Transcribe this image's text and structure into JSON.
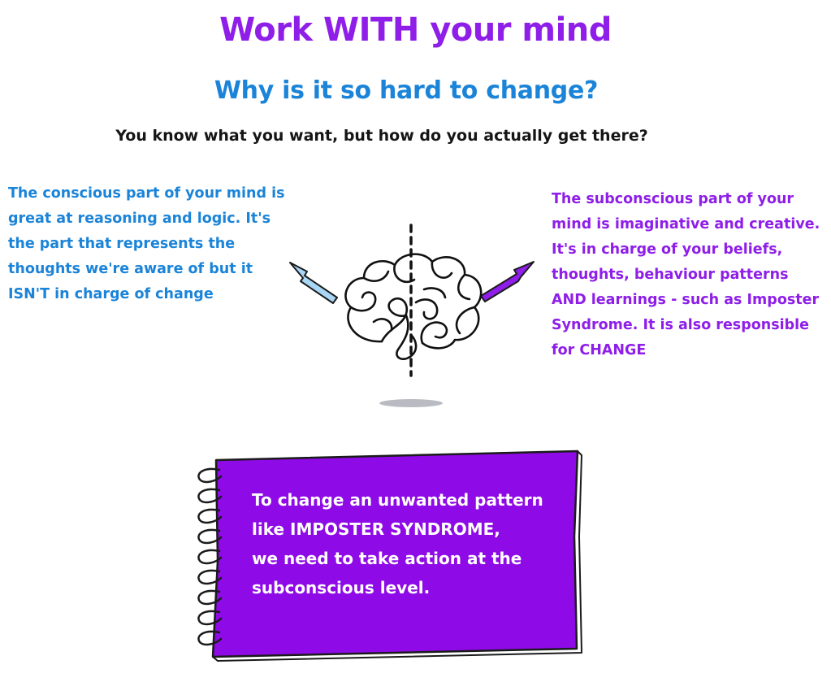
{
  "header": {
    "title": "Work WITH your mind",
    "subtitle": "Why is it so hard to change?",
    "tagline": "You know what you want, but how do you actually get there?"
  },
  "conscious": {
    "text": "The conscious part of your mind is great at reasoning and logic. It's the part that represents the thoughts we're aware of but it ISN'T in charge of change",
    "color": "#1b84d8"
  },
  "subconscious": {
    "text": "The subconscious part of your mind is imaginative and creative. It's in charge of your beliefs, thoughts, behaviour patterns AND learnings - such as Imposter Syndrome. It is also responsible for CHANGE",
    "color": "#8e1ee8"
  },
  "notebook": {
    "lines": [
      "To change an unwanted pattern",
      "like IMPOSTER SYNDROME,",
      "we need to take action at the",
      "subconscious level."
    ],
    "color": "#8e0ae6"
  },
  "icons": {
    "brain": "brain-icon",
    "left_arrow": "arrow-up-left-icon",
    "right_arrow": "arrow-up-right-icon",
    "spiral": "spiral-binding-icon"
  }
}
